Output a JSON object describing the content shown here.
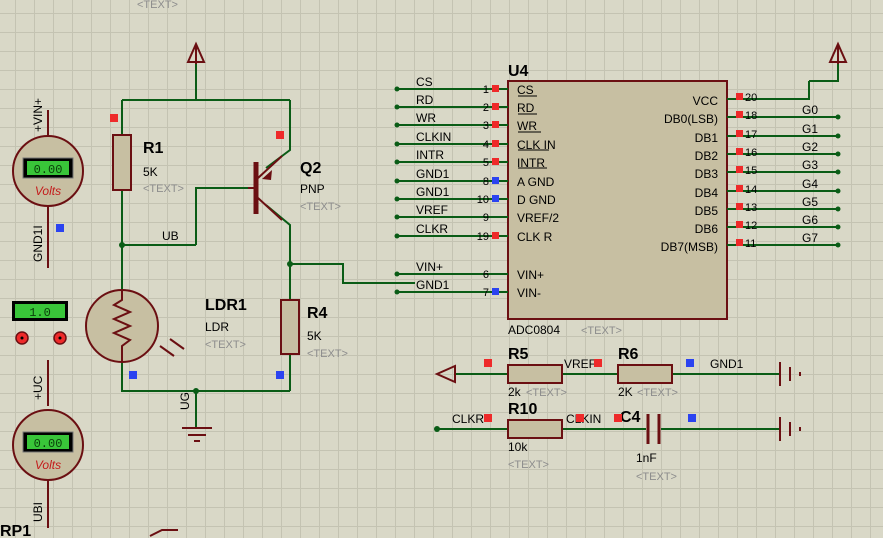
{
  "placeholder_text": "<TEXT>",
  "components": {
    "r1": {
      "ref": "R1",
      "value": "5K"
    },
    "q2": {
      "ref": "Q2",
      "type": "PNP"
    },
    "ldr1": {
      "ref": "LDR1",
      "type": "LDR"
    },
    "r4": {
      "ref": "R4",
      "value": "5K"
    },
    "u4": {
      "ref": "U4",
      "part": "ADC0804"
    },
    "r5": {
      "ref": "R5",
      "value": "2k"
    },
    "r6": {
      "ref": "R6",
      "value": "2K"
    },
    "r10": {
      "ref": "R10",
      "value": "10k"
    },
    "c4": {
      "ref": "C4",
      "value": "1nF"
    },
    "rp1": {
      "ref": "RP1"
    }
  },
  "meters": {
    "top": {
      "reading": "0.00",
      "unit": "Volts",
      "plus": "+VIN+",
      "minus": "GND1I"
    },
    "bottom": {
      "reading": "0.00",
      "unit": "Volts",
      "plus": "+UC",
      "minus": "UBI"
    }
  },
  "source_value": "1.0",
  "node_labels": {
    "ub": "UB",
    "ug": "UG",
    "vref": "VREF",
    "gnd1": "GND1",
    "clkr": "CLKR",
    "clkin": "CLKIN"
  },
  "u4_left_pins": [
    {
      "net": "CS",
      "num": "1",
      "name": "CS"
    },
    {
      "net": "RD",
      "num": "2",
      "name": "RD"
    },
    {
      "net": "WR",
      "num": "3",
      "name": "WR"
    },
    {
      "net": "CLKIN",
      "num": "4",
      "name": "CLK IN"
    },
    {
      "net": "INTR",
      "num": "5",
      "name": "INTR"
    },
    {
      "net": "GND1",
      "num": "8",
      "name": "A GND"
    },
    {
      "net": "GND1",
      "num": "10",
      "name": "D GND"
    },
    {
      "net": "VREF",
      "num": "9",
      "name": "VREF/2"
    },
    {
      "net": "CLKR",
      "num": "19",
      "name": "CLK R"
    },
    {
      "net": "VIN+",
      "num": "6",
      "name": "VIN+"
    },
    {
      "net": "GND1",
      "num": "7",
      "name": "VIN-"
    }
  ],
  "u4_right_pins": [
    {
      "num": "20",
      "name": "VCC",
      "net": ""
    },
    {
      "num": "18",
      "name": "DB0(LSB)",
      "net": "G0"
    },
    {
      "num": "17",
      "name": "DB1",
      "net": "G1"
    },
    {
      "num": "16",
      "name": "DB2",
      "net": "G2"
    },
    {
      "num": "15",
      "name": "DB3",
      "net": "G3"
    },
    {
      "num": "14",
      "name": "DB4",
      "net": "G4"
    },
    {
      "num": "13",
      "name": "DB5",
      "net": "G5"
    },
    {
      "num": "12",
      "name": "DB6",
      "net": "G6"
    },
    {
      "num": "11",
      "name": "DB7(MSB)",
      "net": "G7"
    }
  ]
}
